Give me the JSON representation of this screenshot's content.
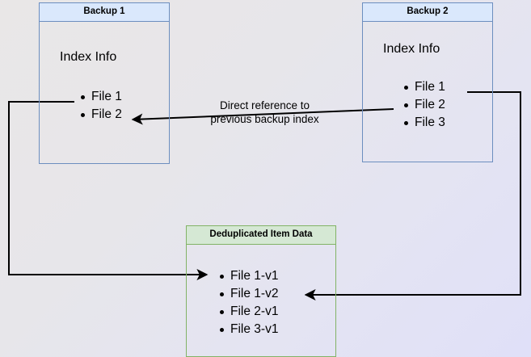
{
  "diagram": {
    "title_hidden": "Backup deduplication reference diagram",
    "background": {
      "gradient_from": "#e9e7e7",
      "gradient_to": "#e0e0f8"
    },
    "colors": {
      "blue_fill": "#dae8fc",
      "blue_stroke": "#6c8ebf",
      "green_fill": "#d5e8d4",
      "green_stroke": "#82b366",
      "edge_stroke": "#000000",
      "text": "#000000"
    },
    "nodes": {
      "backup1": {
        "header": "Backup 1",
        "section_title": "Index Info",
        "items": [
          "File 1",
          "File 2"
        ]
      },
      "backup2": {
        "header": "Backup 2",
        "section_title": "Index Info",
        "items": [
          "File 1",
          "File 2",
          "File 3"
        ]
      },
      "dedup": {
        "header": "Deduplicated Item Data",
        "items": [
          "File 1-v1",
          "File 1-v2",
          "File 2-v1",
          "File 3-v1"
        ]
      }
    },
    "edges": {
      "center_label_line1": "Direct reference to",
      "center_label_line2": "previous backup index"
    }
  }
}
